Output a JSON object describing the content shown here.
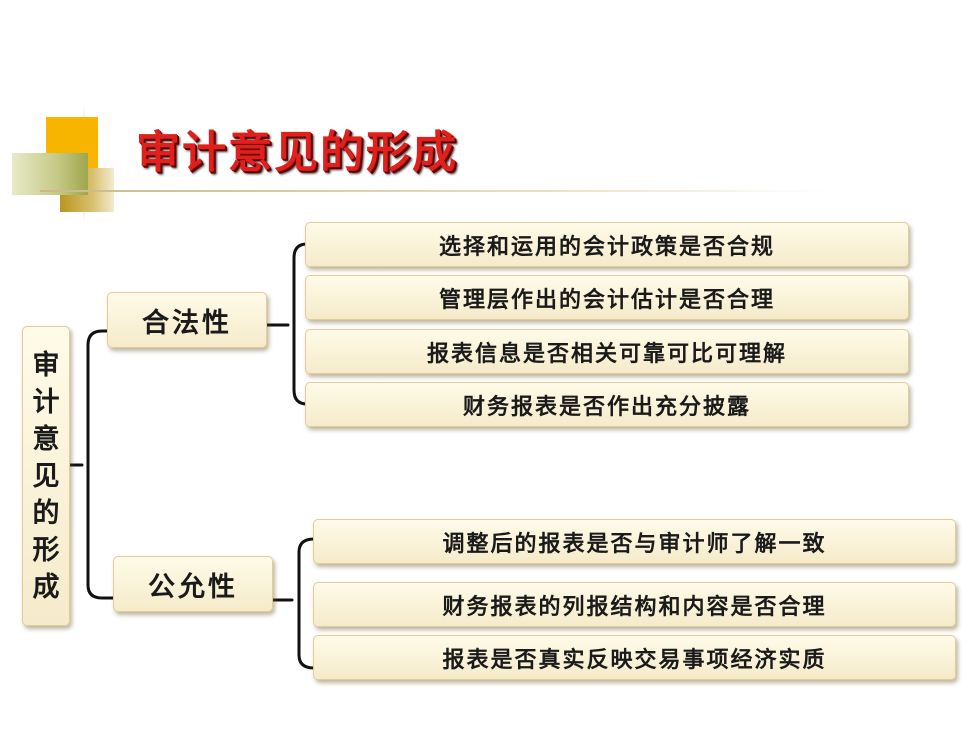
{
  "title": "审计意见的形成",
  "root": {
    "chars": [
      "审",
      "计",
      "意",
      "见",
      "的",
      "形",
      "成"
    ]
  },
  "branches": [
    {
      "label": "合法性",
      "items": [
        "选择和运用的会计政策是否合规",
        "管理层作出的会计估计是否合理",
        "报表信息是否相关可靠可比可理解",
        "财务报表是否作出充分披露"
      ]
    },
    {
      "label": "公允性",
      "items": [
        "调整后的报表是否与审计师了解一致",
        "财务报表的列报结构和内容是否合理",
        "报表是否真实反映交易事项经济实质"
      ]
    }
  ],
  "colors": {
    "title": "#e0201c",
    "box_fill": "#f8efd2",
    "connector": "#111111"
  }
}
